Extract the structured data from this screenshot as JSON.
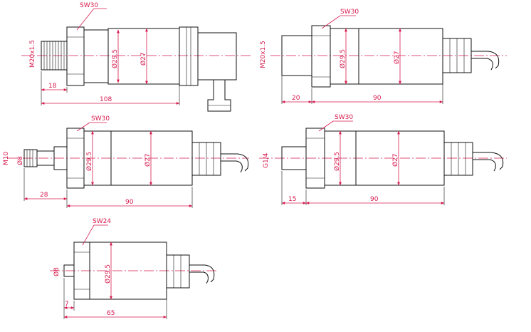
{
  "colors": {
    "outline": "#111111",
    "dimension": "#d61b4f",
    "background": "#ffffff"
  },
  "drawing1": {
    "sw": "SW30",
    "thread": "M20x1.5",
    "dia_a": "Ø29.5",
    "dia_b": "Ø27",
    "len_a": "18",
    "len_b": "108"
  },
  "drawing2": {
    "sw": "SW30",
    "thread": "M20x1.5",
    "dia_a": "Ø29.5",
    "dia_b": "Ø27",
    "len_a": "20",
    "len_b": "90"
  },
  "drawing3": {
    "sw": "SW30",
    "thread": "M10",
    "bore": "Ø8",
    "dia_a": "Ø29.5",
    "dia_b": "Ø27",
    "len_a": "28",
    "len_b": "90"
  },
  "drawing4": {
    "sw": "SW30",
    "thread": "G1/4",
    "dia_a": "Ø29.5",
    "dia_b": "Ø27",
    "len_a": "15",
    "len_b": "90"
  },
  "drawing5": {
    "sw": "SW24",
    "thread": "Ø8",
    "dia_a": "Ø29.5",
    "len_a": "7",
    "len_b": "65"
  }
}
